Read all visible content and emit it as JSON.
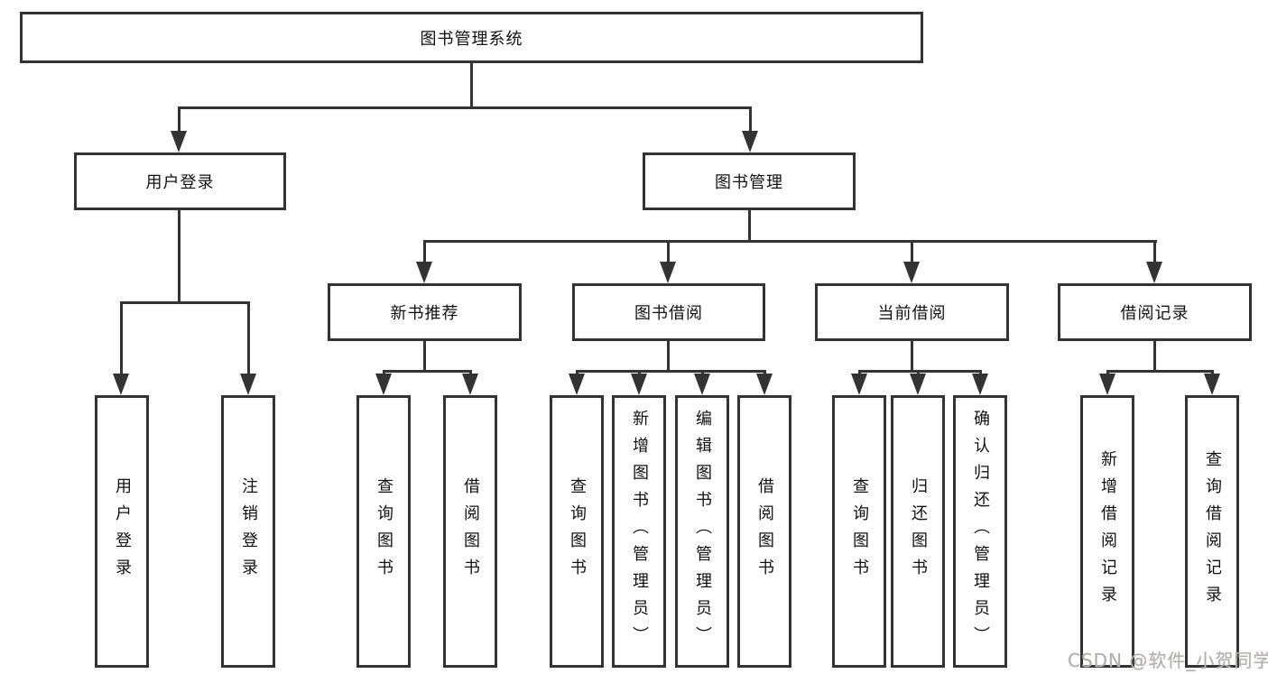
{
  "colors": {
    "line": "#333333",
    "text": "#111111",
    "background": "#ffffff",
    "watermark": "#b4b0b0"
  },
  "diagram": {
    "root": {
      "label": "图书管理系统"
    },
    "branches": [
      {
        "label": "用户登录",
        "children": [
          {
            "label": "用户登录"
          },
          {
            "label": "注销登录"
          }
        ]
      },
      {
        "label": "图书管理",
        "children": [
          {
            "label": "新书推荐",
            "children": [
              {
                "label": "查询图书"
              },
              {
                "label": "借阅图书"
              }
            ]
          },
          {
            "label": "图书借阅",
            "children": [
              {
                "label": "查询图书"
              },
              {
                "label": "新增图书（管理员）"
              },
              {
                "label": "编辑图书（管理员）"
              },
              {
                "label": "借阅图书"
              }
            ]
          },
          {
            "label": "当前借阅",
            "children": [
              {
                "label": "查询图书"
              },
              {
                "label": "归还图书"
              },
              {
                "label": "确认归还（管理员）"
              }
            ]
          },
          {
            "label": "借阅记录",
            "children": [
              {
                "label": "新增借阅记录"
              },
              {
                "label": "查询借阅记录"
              }
            ]
          }
        ]
      }
    ]
  },
  "watermark": {
    "text": "CSDN @软件_小贺同学"
  }
}
